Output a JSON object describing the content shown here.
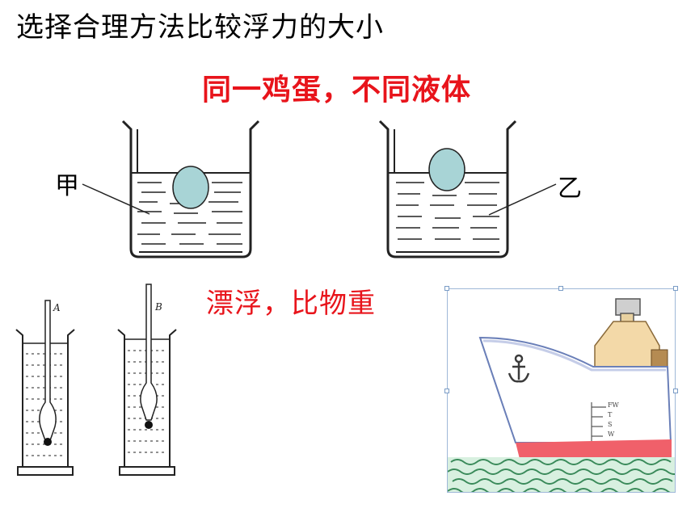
{
  "slide": {
    "title": "选择合理方法比较浮力的大小",
    "subtitle": "同一鸡蛋，不同液体",
    "caption": "漂浮，比物重"
  },
  "beakers": {
    "left_label": "甲",
    "right_label": "乙"
  },
  "densimeters": {
    "a_label": "A",
    "b_label": "B"
  },
  "ship": {
    "marks": [
      "FW",
      "T",
      "S",
      "W"
    ]
  },
  "colors": {
    "accent_red": "#e8141b",
    "egg": "#a8d4d6",
    "hull_red": "#f0606a",
    "cabin": "#f3d9a8",
    "water_green": "#6fc08a"
  }
}
